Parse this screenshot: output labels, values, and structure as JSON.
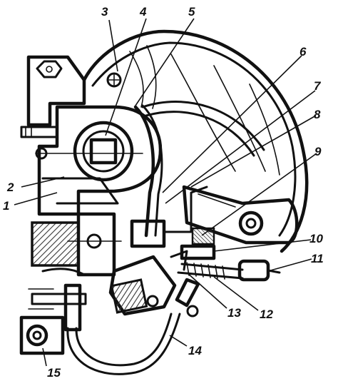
{
  "callouts": [
    {
      "id": "1",
      "label": "1"
    },
    {
      "id": "2",
      "label": "2"
    },
    {
      "id": "3",
      "label": "3"
    },
    {
      "id": "4",
      "label": "4"
    },
    {
      "id": "5",
      "label": "5"
    },
    {
      "id": "6",
      "label": "6"
    },
    {
      "id": "7",
      "label": "7"
    },
    {
      "id": "8",
      "label": "8"
    },
    {
      "id": "9",
      "label": "9"
    },
    {
      "id": "10",
      "label": "10"
    },
    {
      "id": "11",
      "label": "11"
    },
    {
      "id": "12",
      "label": "12"
    },
    {
      "id": "13",
      "label": "13"
    },
    {
      "id": "14",
      "label": "14"
    },
    {
      "id": "15",
      "label": "15"
    }
  ],
  "colors": {
    "ink": "#111111",
    "paper": "#ffffff",
    "hatch": "#333333"
  }
}
